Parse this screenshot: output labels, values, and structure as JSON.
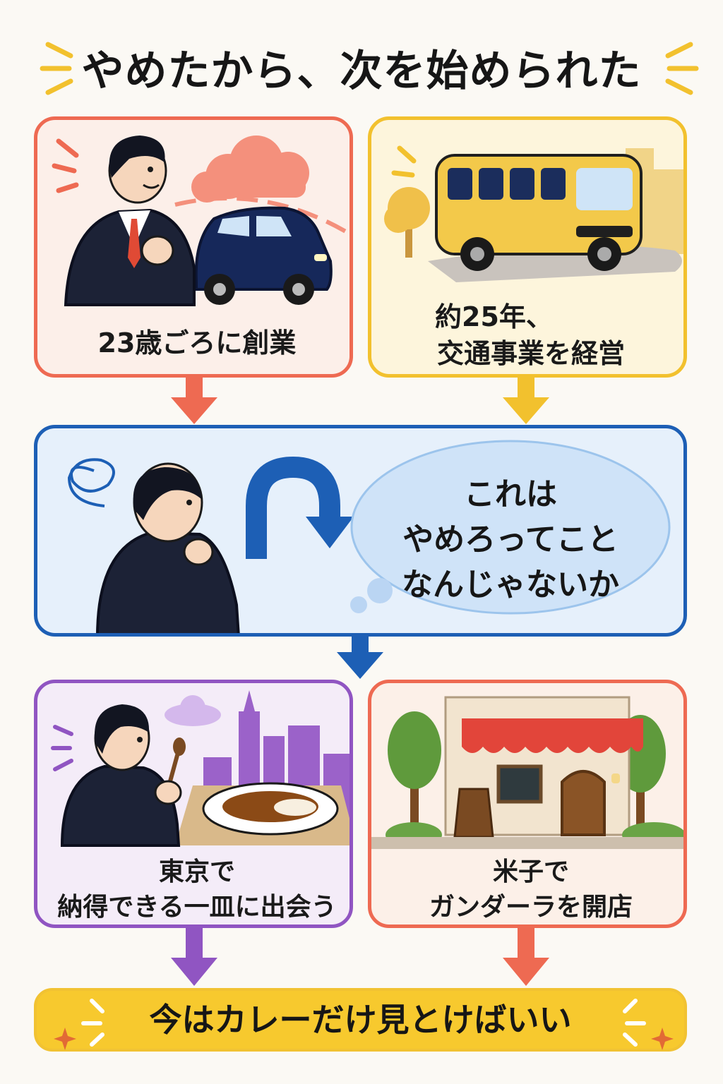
{
  "title": "やめたから、次を始められた",
  "panels": {
    "founding": {
      "caption": "23歳ごろに創業"
    },
    "transport": {
      "caption_line1": "約25年、",
      "caption_line2": "交通事業を経営"
    },
    "realization": {
      "line1": "これは",
      "line2": "やめろってこと",
      "line3": "なんじゃないか"
    },
    "tokyo": {
      "caption_line1": "東京で",
      "caption_line2": "納得できる一皿に出会う"
    },
    "yonago": {
      "caption_line1": "米子で",
      "caption_line2": "ガンダーラを開店"
    }
  },
  "conclusion": "今はカレーだけ見とけばいい",
  "colors": {
    "coral": "#ee6a52",
    "yellow": "#f2c12e",
    "blue": "#1d5fb5",
    "purple": "#9055c2",
    "navy": "#131a33"
  }
}
